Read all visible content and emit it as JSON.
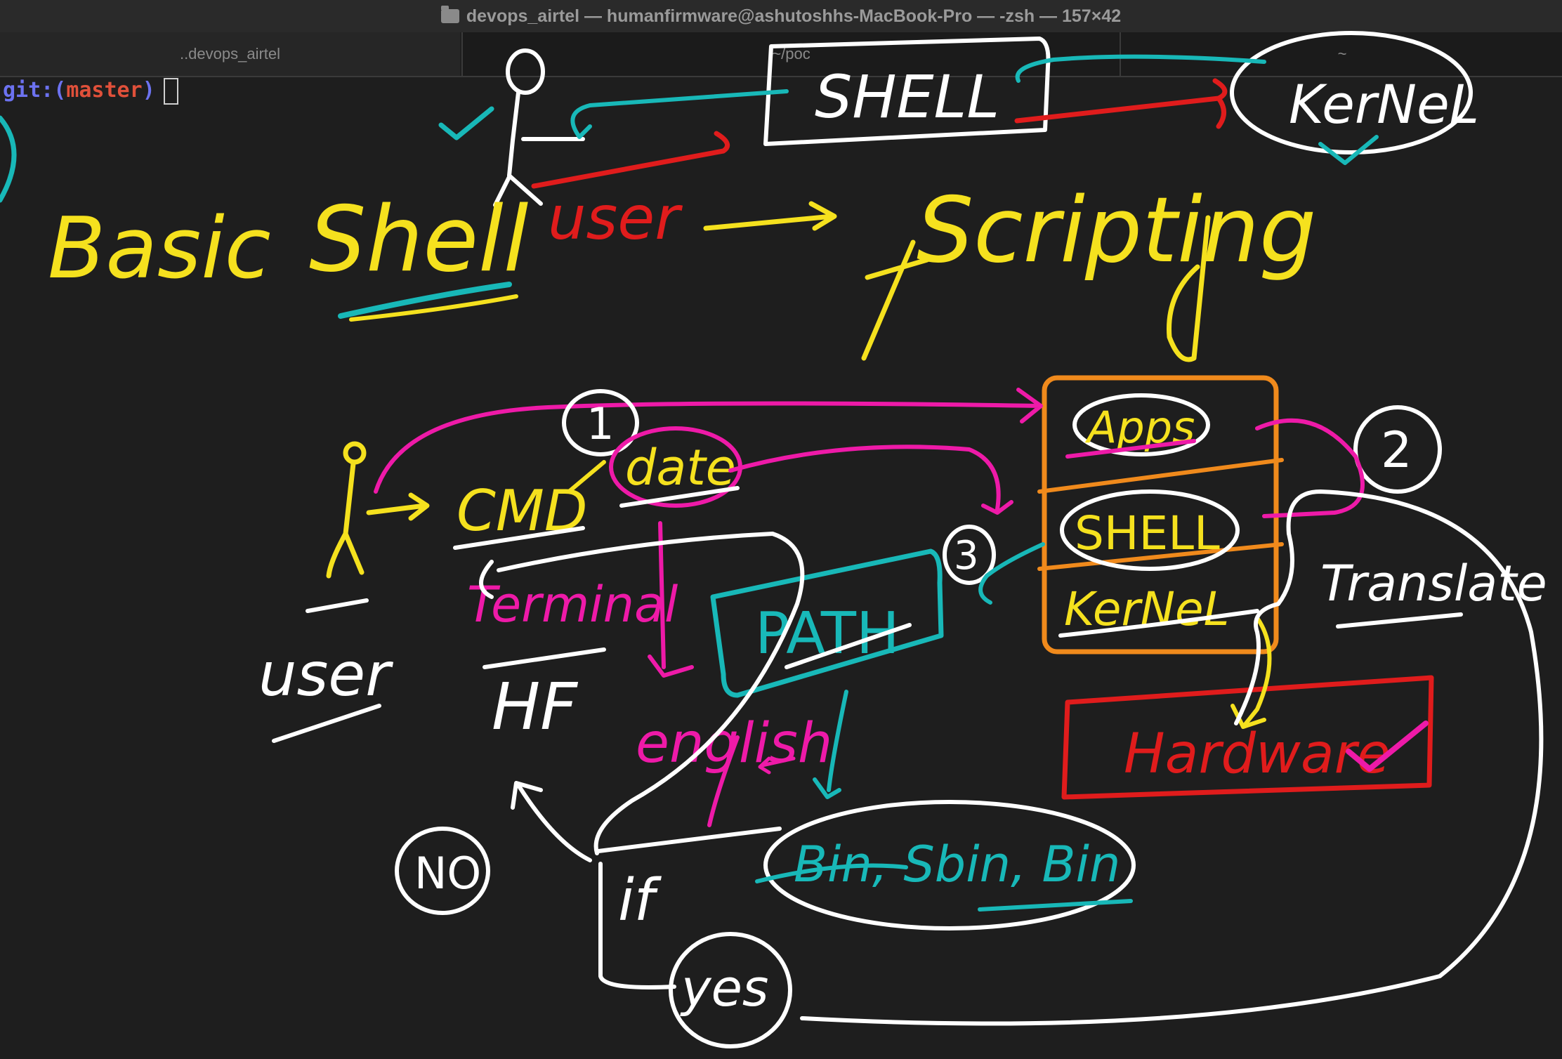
{
  "window": {
    "title": "devops_airtel — humanfirmware@ashutoshhs-MacBook-Pro — -zsh — 157×42",
    "tabs": [
      "..devops_airtel",
      "~/poc",
      "~"
    ]
  },
  "terminal": {
    "prompt_git": "git:",
    "prompt_paren_open": "(",
    "prompt_branch": "master",
    "prompt_paren_close": ")"
  },
  "sketch": {
    "colors": {
      "white": "#ffffff",
      "yellow": "#f5e11e",
      "cyan": "#18b8b8",
      "red": "#e01c1c",
      "magenta": "#ee1aa8",
      "orange": "#f08a1c"
    },
    "heading": {
      "word1": "Basic",
      "word2": "Shell",
      "word3": "Scripting",
      "user_red": "user"
    },
    "top": {
      "shell_box": "SHELL",
      "kernel_oval": "KerNeL"
    },
    "stack": {
      "apps": "Apps",
      "shell": "SHELL",
      "kernel": "KerNeL",
      "hardware": "Hardware"
    },
    "flow": {
      "user_label": "user",
      "cmd": "CMD",
      "date": "date",
      "terminal": "Terminal",
      "hf": "HF",
      "path": "PATH",
      "english": "english",
      "bin": "Bin, Sbin, Bin",
      "if": "if",
      "no": "NO",
      "yes": "yes",
      "translate": "Translate",
      "step1": "1",
      "step2": "2",
      "step3": "3"
    }
  }
}
